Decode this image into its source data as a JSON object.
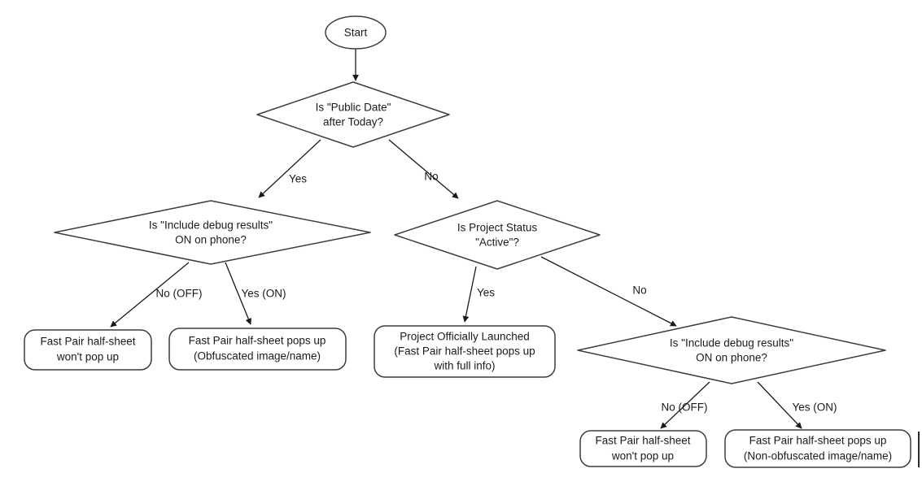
{
  "diagram": {
    "title": "Fast Pair half-sheet decision flow",
    "background_color": "#ffffff",
    "shape_stroke_color": "#3d3d3d",
    "edge_color": "#1a1a1a",
    "text_color": "#1a1a1a",
    "nodes": {
      "start": {
        "id": "start",
        "type": "terminator",
        "label": "Start"
      },
      "decision_public_date": {
        "id": "decision_public_date",
        "type": "decision",
        "line1": "Is \"Public Date\"",
        "line2": "after Today?"
      },
      "decision_debug_left": {
        "id": "decision_debug_left",
        "type": "decision",
        "line1": "Is \"Include debug results\"",
        "line2": "ON on phone?"
      },
      "decision_project_status": {
        "id": "decision_project_status",
        "type": "decision",
        "line1": "Is Project Status",
        "line2": "\"Active\"?"
      },
      "decision_debug_right": {
        "id": "decision_debug_right",
        "type": "decision",
        "line1": "Is \"Include debug results\"",
        "line2": "ON on phone?"
      },
      "result_no_popup_left": {
        "id": "result_no_popup_left",
        "type": "process",
        "line1": "Fast Pair half-sheet",
        "line2": "won't pop up"
      },
      "result_obfuscated": {
        "id": "result_obfuscated",
        "type": "process",
        "line1": "Fast Pair half-sheet pops up",
        "line2": "(Obfuscated image/name)"
      },
      "result_launched": {
        "id": "result_launched",
        "type": "process",
        "line1": "Project Officially Launched",
        "line2": "(Fast Pair half-sheet pops up",
        "line3": "with full info)"
      },
      "result_no_popup_right": {
        "id": "result_no_popup_right",
        "type": "process",
        "line1": "Fast Pair half-sheet",
        "line2": "won't pop up"
      },
      "result_non_obfuscated": {
        "id": "result_non_obfuscated",
        "type": "process",
        "line1": "Fast Pair half-sheet pops up",
        "line2": "(Non-obfuscated image/name)"
      }
    },
    "edge_labels": {
      "public_date_yes": "Yes",
      "public_date_no": "No",
      "debug_left_no": "No (OFF)",
      "debug_left_yes": "Yes (ON)",
      "project_status_yes": "Yes",
      "project_status_no": "No",
      "debug_right_no": "No (OFF)",
      "debug_right_yes": "Yes (ON)"
    }
  }
}
